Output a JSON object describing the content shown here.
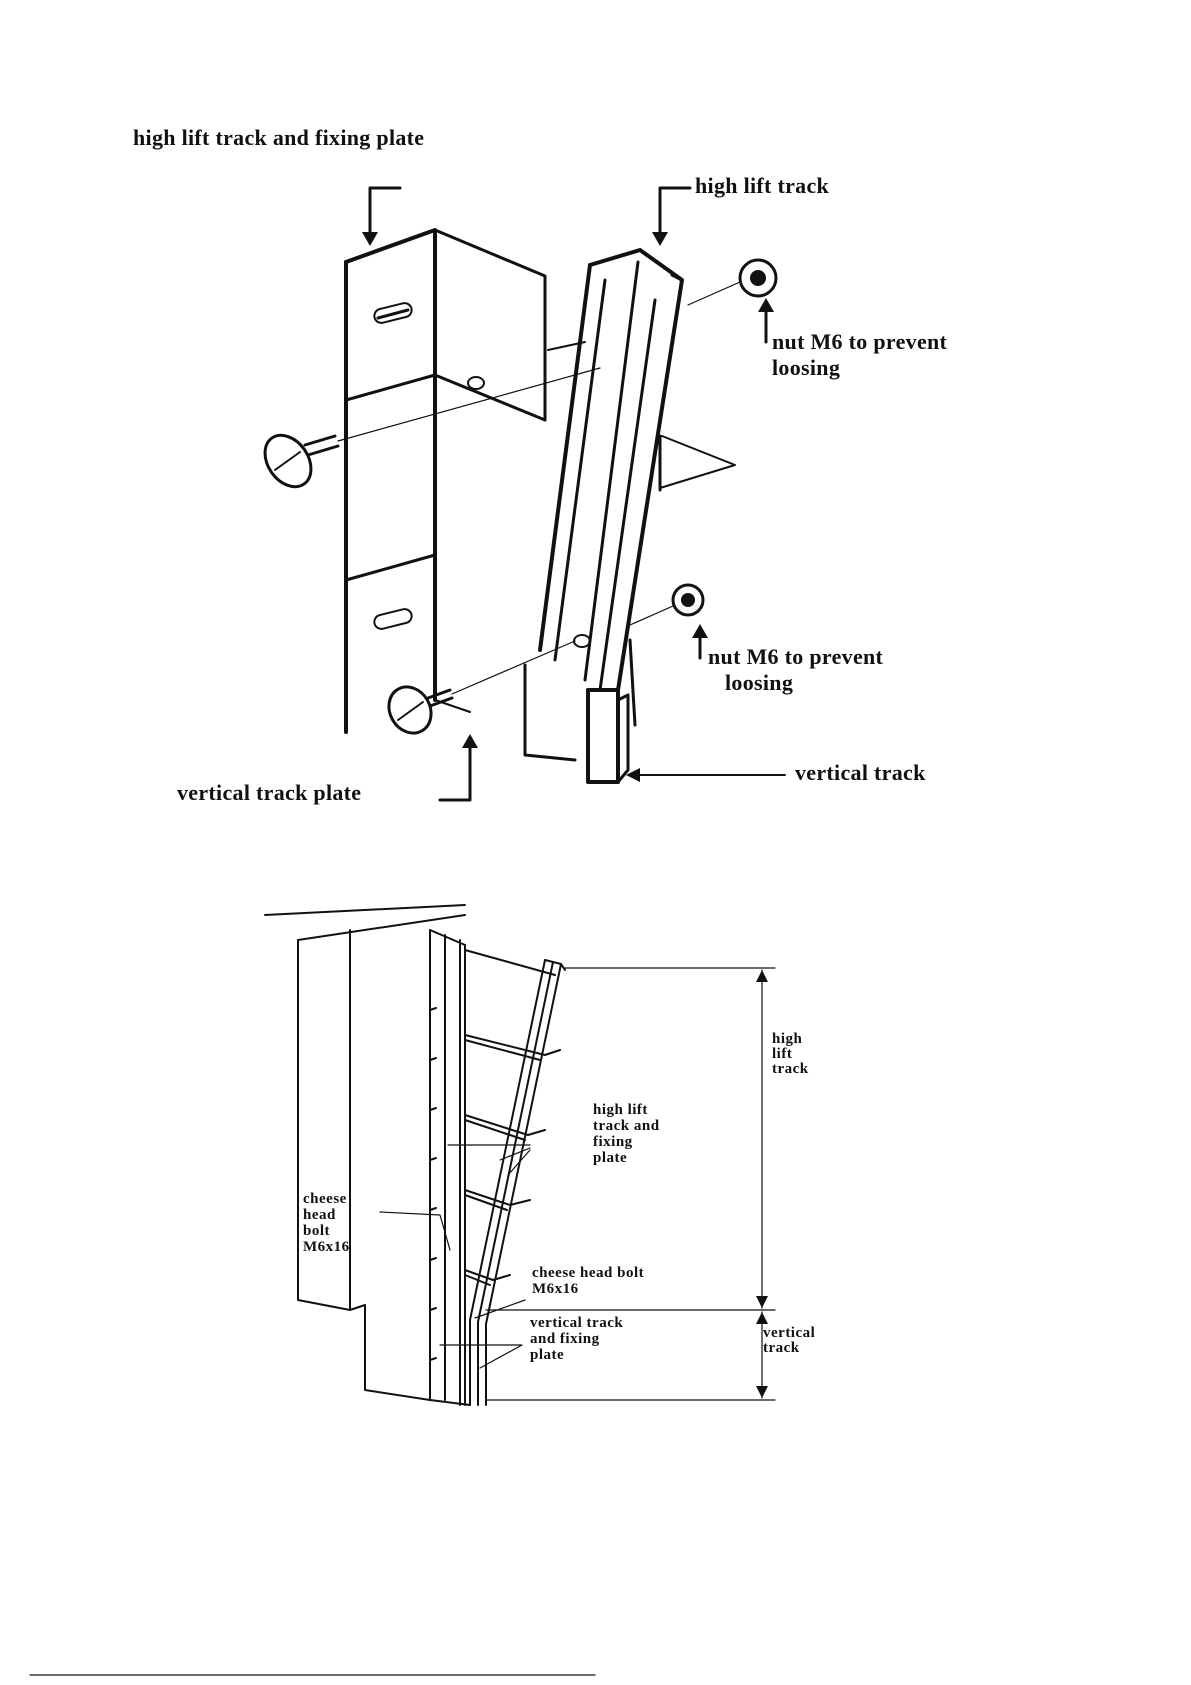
{
  "figure1": {
    "title": "high lift track and fixing plate",
    "labels": {
      "high_lift_track": "high lift track",
      "nut_top_line1": "nut M6 to prevent",
      "nut_top_line2": "loosing",
      "nut_bottom_line1": "nut M6 to prevent",
      "nut_bottom_line2": "loosing",
      "vertical_track": "vertical track",
      "vertical_track_plate": "vertical track plate"
    }
  },
  "figure2": {
    "labels": {
      "high_lift_track_dim": [
        "high",
        "lift",
        "track"
      ],
      "vertical_track_dim": [
        "vertical",
        "track"
      ],
      "high_lift_fixing": [
        "high lift",
        "track and",
        "fixing",
        "plate"
      ],
      "cheese_bolt_left": [
        "cheese",
        "head",
        "bolt",
        "M6x16"
      ],
      "cheese_bolt_right": [
        "cheese head bolt",
        "M6x16"
      ],
      "vertical_fixing": [
        "vertical track",
        "and fixing",
        "plate"
      ]
    }
  }
}
